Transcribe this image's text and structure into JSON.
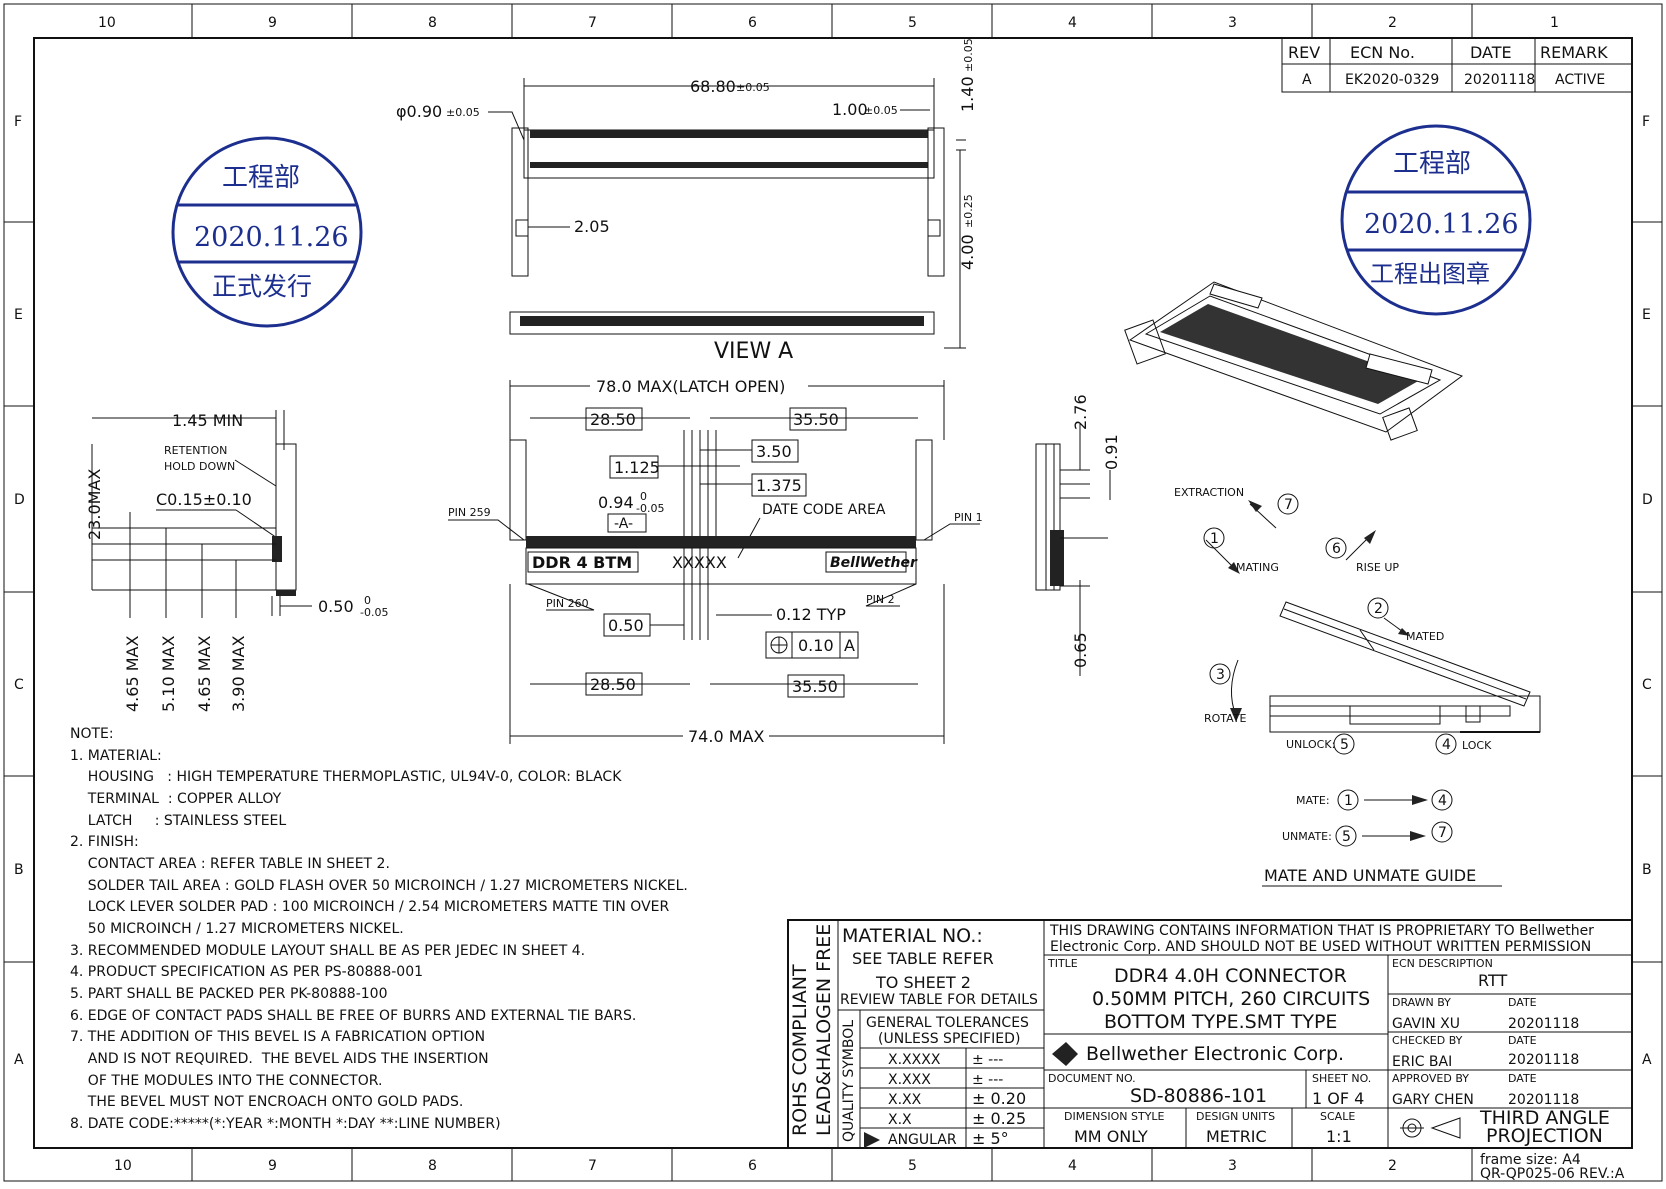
{
  "border": {
    "top_cols": [
      "10",
      "9",
      "8",
      "7",
      "6",
      "5",
      "4",
      "3",
      "2",
      "1"
    ],
    "bottom_cols": [
      "10",
      "9",
      "8",
      "7",
      "6",
      "5",
      "4",
      "3",
      "2"
    ],
    "rows": [
      "F",
      "E",
      "D",
      "C",
      "B",
      "A"
    ]
  },
  "revision": {
    "headers": [
      "REV",
      "ECN No.",
      "DATE",
      "REMARK"
    ],
    "row": [
      "A",
      "EK2020-0329",
      "20201118",
      "ACTIVE"
    ]
  },
  "stamp_left": {
    "top": "工程部",
    "date": "2020.11.26",
    "bottom": "正式发行"
  },
  "stamp_right": {
    "top": "工程部",
    "date": "2020.11.26",
    "bottom": "工程出图章"
  },
  "dims": {
    "d6880": "68.80",
    "d6880_tol": "±0.05",
    "d100": "1.00",
    "d100_tol": "±0.05",
    "d140": "1.40",
    "d140_tol": "±0.05",
    "dphi": "φ0.90",
    "dphi_tol": "±0.05",
    "d205": "2.05",
    "d400": "4.00",
    "d400_tol": "±0.25",
    "view_a": "VIEW A",
    "d780": "78.0 MAX(LATCH OPEN)",
    "d2850a": "28.50",
    "d3550a": "35.50",
    "d1125": "1.125",
    "d350": "3.50",
    "d1375": "1.375",
    "d094": "0.94",
    "d094_up": "0",
    "d094_lo": "-0.05",
    "datum_a": "-A-",
    "date_code_area": "DATE CODE AREA",
    "pin259": "PIN 259",
    "pin1": "PIN 1",
    "pin260": "PIN 260",
    "pin2": "PIN 2",
    "ddr4btm": "DDR 4 BTM",
    "xxxxx": "XXXXX",
    "bellwether": "BellWether",
    "d050": "0.50",
    "d012": "0.12 TYP",
    "gdt_val": "0.10",
    "gdt_ref": "A",
    "d2850b": "28.50",
    "d3550b": "35.50",
    "d740": "74.0 MAX",
    "d145": "1.45  MIN",
    "retention1": "RETENTION",
    "retention2": "HOLD DOWN",
    "d230": "23.0MAX",
    "chamfer": "C0.15±0.10",
    "d050s": "0.50",
    "d050s_up": "0",
    "d050s_lo": "-0.05",
    "h1": "4.65  MAX",
    "h2": "5.10  MAX",
    "h3": "4.65  MAX",
    "h4": "3.90  MAX",
    "d276": "2.76",
    "d091": "0.91",
    "d065": "0.65"
  },
  "guide": {
    "extraction": "EXTRACTION",
    "mating": "MATING",
    "rise_up": "RISE UP",
    "mated": "MATED",
    "rotate": "ROTATE",
    "unlock": "UNLOCK:",
    "lock": "LOCK",
    "mate": "MATE:",
    "unmate": "UNMATE:",
    "title": "MATE  AND  UNMATE  GUIDE",
    "n1": "1",
    "n2": "2",
    "n3": "3",
    "n4": "4",
    "n5": "5",
    "n6": "6",
    "n7": "7"
  },
  "notes": [
    "NOTE:",
    "1. MATERIAL:",
    "    HOUSING   : HIGH TEMPERATURE THERMOPLASTIC, UL94V-0, COLOR: BLACK",
    "    TERMINAL  : COPPER ALLOY",
    "    LATCH     : STAINLESS STEEL",
    "2. FINISH:",
    "    CONTACT AREA : REFER TABLE IN SHEET 2.",
    "    SOLDER TAIL AREA : GOLD FLASH OVER 50 MICROINCH / 1.27 MICROMETERS NICKEL.",
    "    LOCK LEVER SOLDER PAD : 100 MICROINCH / 2.54 MICROMETERS MATTE TIN OVER",
    "    50 MICROINCH / 1.27 MICROMETERS NICKEL.",
    "3. RECOMMENDED MODULE LAYOUT SHALL BE AS PER JEDEC IN SHEET 4.",
    "4. PRODUCT SPECIFICATION AS PER PS-80888-001",
    "5. PART SHALL BE PACKED PER PK-80888-100",
    "6. EDGE OF CONTACT PADS SHALL BE FREE OF BURRS AND EXTERNAL TIE BARS.",
    "7. THE ADDITION OF THIS BEVEL IS A FABRICATION OPTION",
    "    AND IS NOT REQUIRED.  THE BEVEL AIDS THE INSERTION",
    "    OF THE MODULES INTO THE CONNECTOR.",
    "    THE BEVEL MUST NOT ENCROACH ONTO GOLD PADS.",
    "8. DATE CODE:*****(*:YEAR *:MONTH *:DAY **:LINE NUMBER)"
  ],
  "titleblock": {
    "rohs": "ROHS  COMPLIANT",
    "lead": "LEAD&HALOGEN FREE",
    "quality": "QUALITY SYMBOL",
    "material_no": "MATERIAL  NO.:",
    "see_table": "SEE  TABLE  REFER",
    "to_sheet": "TO SHEET 2",
    "review": "REVIEW TABLE FOR DETAILS",
    "gen_tol": "GENERAL TOLERANCES",
    "unless": "(UNLESS SPECIFIED)",
    "tol_rows": [
      {
        "k": "X.XXXX",
        "v": "± ---"
      },
      {
        "k": "X.XXX",
        "v": "± ---"
      },
      {
        "k": "X.XX",
        "v": "± 0.20"
      },
      {
        "k": "X.X",
        "v": "± 0.25"
      },
      {
        "k": "ANGULAR",
        "v": "±   5°"
      }
    ],
    "prop1": "THIS DRAWING CONTAINS INFORMATION THAT IS PROPRIETARY TO Bellwether",
    "prop2": "Electronic Corp. AND SHOULD NOT BE USED WITHOUT WRITTEN PERMISSION",
    "title_lbl": "TITLE",
    "title1": "DDR4 4.0H CONNECTOR",
    "title2": "0.50MM PITCH, 260 CIRCUITS",
    "title3": "BOTTOM TYPE.SMT TYPE",
    "company": "Bellwether Electronic Corp.",
    "doc_lbl": "DOCUMENT NO.",
    "doc_no": "SD-80886-101",
    "sheet_lbl": "SHEET NO.",
    "sheet": "1 OF 4",
    "dim_style_lbl": "DIMENSION STYLE",
    "dim_style": "MM ONLY",
    "units_lbl": "DESIGN UNITS",
    "units": "METRIC",
    "scale_lbl": "SCALE",
    "scale": "1:1",
    "ecn_desc_lbl": "ECN DESCRIPTION",
    "ecn_desc": "RTT",
    "drawn_lbl": "DRAWN BY",
    "drawn": "GAVIN XU",
    "drawn_date": "20201118",
    "checked_lbl": "CHECKED BY",
    "checked": "ERIC BAI",
    "checked_date": "20201118",
    "approved_lbl": "APPROVED BY",
    "approved": "GARY CHEN",
    "approved_date": "20201118",
    "date_lbl": "DATE",
    "third1": "THIRD ANGLE",
    "third2": "PROJECTION",
    "frame1": "frame size: A4",
    "frame2": "QR-QP025-06 REV.:A"
  }
}
